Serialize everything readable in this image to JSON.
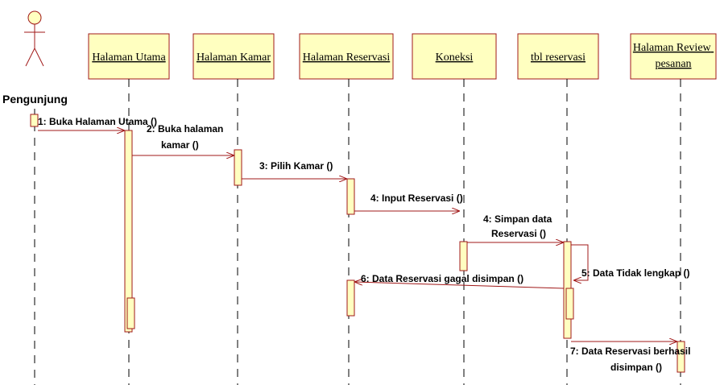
{
  "diagram": {
    "type": "sequence",
    "actor": {
      "name": "Pengunjung"
    },
    "objects": [
      {
        "id": "utama",
        "name": "Halaman Utama"
      },
      {
        "id": "kamar",
        "name": "Halaman Kamar"
      },
      {
        "id": "reservasi",
        "name": "Halaman Reservasi"
      },
      {
        "id": "koneksi",
        "name": "Koneksi"
      },
      {
        "id": "tbl",
        "name": "tbl reservasi"
      },
      {
        "id": "review",
        "name": "Halaman Review pesanan"
      }
    ],
    "messages": [
      {
        "no": "1",
        "label": "1: Buka Halaman Utama ()",
        "from": "pengunjung",
        "to": "utama"
      },
      {
        "no": "2",
        "label": "2:  Buka halaman kamar ()",
        "from": "utama",
        "to": "kamar"
      },
      {
        "no": "3",
        "label": "3:  Pilih Kamar ()",
        "from": "kamar",
        "to": "reservasi"
      },
      {
        "no": "4",
        "label": "4:  Input Reservasi ()",
        "from": "reservasi",
        "to": "koneksi"
      },
      {
        "no": "4",
        "label": "4:  Simpan data Reservasi ()",
        "from": "koneksi",
        "to": "tbl"
      },
      {
        "no": "5",
        "label": "5: Data Tidak lengkap ()",
        "from": "tbl",
        "to": "tbl"
      },
      {
        "no": "6",
        "label": "6:  Data Reservasi gagal disimpan ()",
        "from": "tbl",
        "to": "reservasi"
      },
      {
        "no": "7",
        "label": "7:  Data Reservasi berhasil disimpan ()",
        "from": "tbl",
        "to": "review"
      }
    ]
  },
  "colors": {
    "box_fill": "#ffffc0",
    "box_stroke": "#a01818",
    "arrow": "#a01818",
    "lifeline": "#000000",
    "activation_fill": "#ffffc0"
  }
}
